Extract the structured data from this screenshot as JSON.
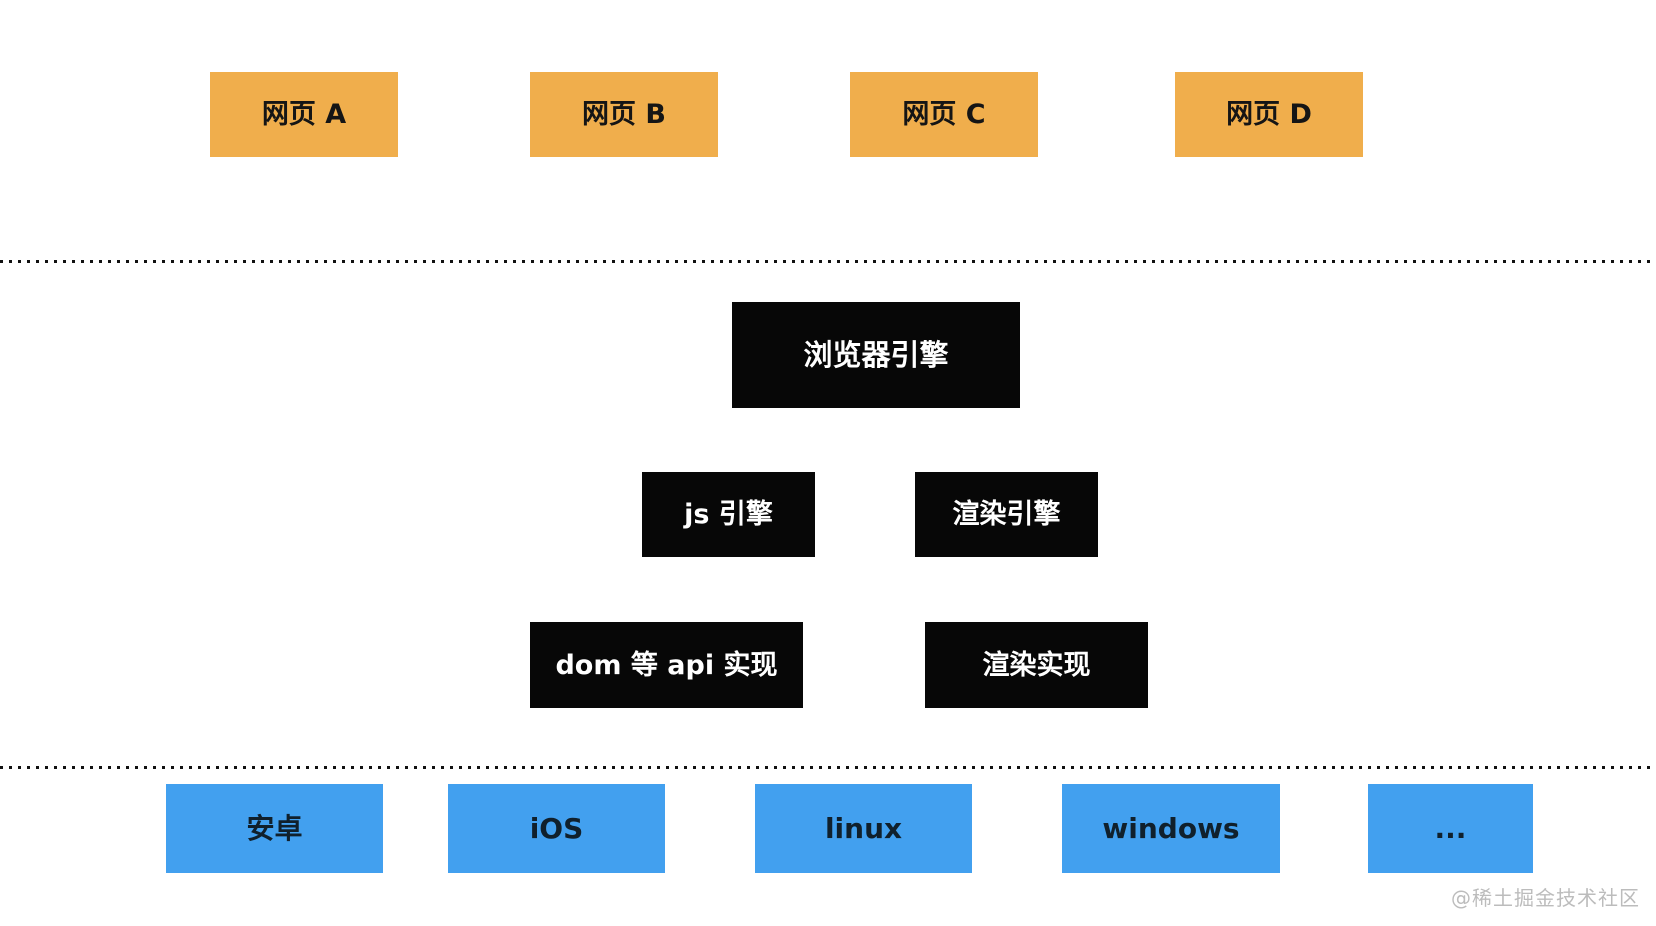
{
  "diagram": {
    "top_row": [
      {
        "label": "网页 A"
      },
      {
        "label": "网页 B"
      },
      {
        "label": "网页 C"
      },
      {
        "label": "网页 D"
      }
    ],
    "browser_engine": {
      "label": "浏览器引擎"
    },
    "engine_row": [
      {
        "label": "js 引擎"
      },
      {
        "label": "渲染引擎"
      }
    ],
    "impl_row": [
      {
        "label": "dom 等 api 实现"
      },
      {
        "label": "渲染实现"
      }
    ],
    "platform_row": [
      {
        "label": "安卓"
      },
      {
        "label": "iOS"
      },
      {
        "label": "linux"
      },
      {
        "label": "windows"
      },
      {
        "label": "..."
      }
    ],
    "watermark": "@稀土掘金技术社区",
    "colors": {
      "webpage_box": "#F0AE4C",
      "engine_box": "#070707",
      "platform_box": "#42A0EF",
      "text_on_light": "#151515",
      "text_on_dark": "#ffffff",
      "separator_dots": "#111111",
      "watermark_text": "#bcbcbc",
      "background": "#ffffff"
    }
  }
}
